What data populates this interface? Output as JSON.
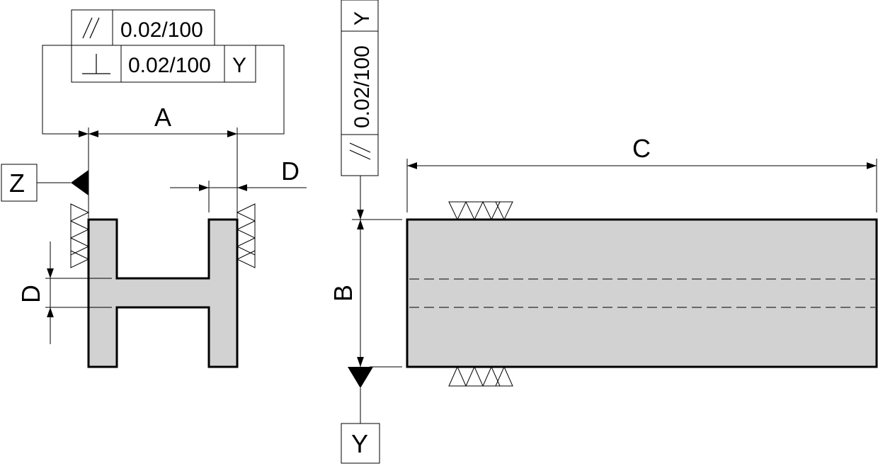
{
  "colors": {
    "part_fill": "#d2d2d2",
    "line": "#000000",
    "background": "#ffffff"
  },
  "front_view": {
    "fcf_parallel": {
      "symbol": "//",
      "tolerance": "0.02/100"
    },
    "fcf_perpendicular": {
      "symbol": "⊥",
      "tolerance": "0.02/100",
      "datum": "Y"
    },
    "dim_a": "A",
    "dim_d_top": "D",
    "dim_d_left": "D",
    "datum_z": "Z"
  },
  "side_view": {
    "fcf_parallel_vertical": {
      "symbol": "//",
      "tolerance": "0.02/100",
      "datum": "Y"
    },
    "dim_b": "B",
    "dim_c": "C",
    "datum_y": "Y"
  }
}
